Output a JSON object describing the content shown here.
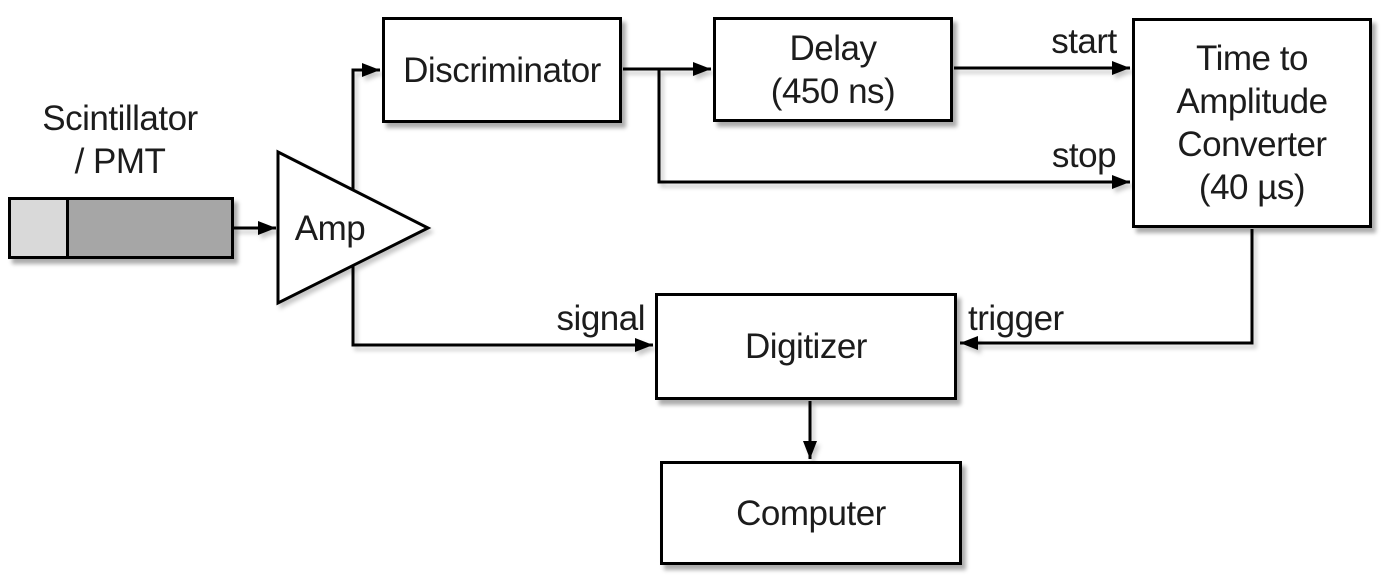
{
  "nodes": {
    "scintillator_pmt": {
      "label_lines": [
        "Scintillator",
        "/ PMT"
      ]
    },
    "amp": {
      "label": "Amp"
    },
    "discriminator": {
      "label": "Discriminator"
    },
    "delay": {
      "label_lines": [
        "Delay",
        "(450 ns)"
      ]
    },
    "time_to_amplitude_converter": {
      "label_lines": [
        "Time to",
        "Amplitude",
        "Converter",
        "(40 µs)"
      ]
    },
    "digitizer": {
      "label": "Digitizer"
    },
    "computer": {
      "label": "Computer"
    }
  },
  "edge_labels": {
    "start": "start",
    "stop": "stop",
    "signal": "signal",
    "trigger": "trigger"
  },
  "colors": {
    "scintillator_fill": "#d9d9d9",
    "pmt_fill": "#a6a6a6",
    "box_fill": "#ffffff",
    "line": "#000000",
    "background": "#ffffff"
  }
}
